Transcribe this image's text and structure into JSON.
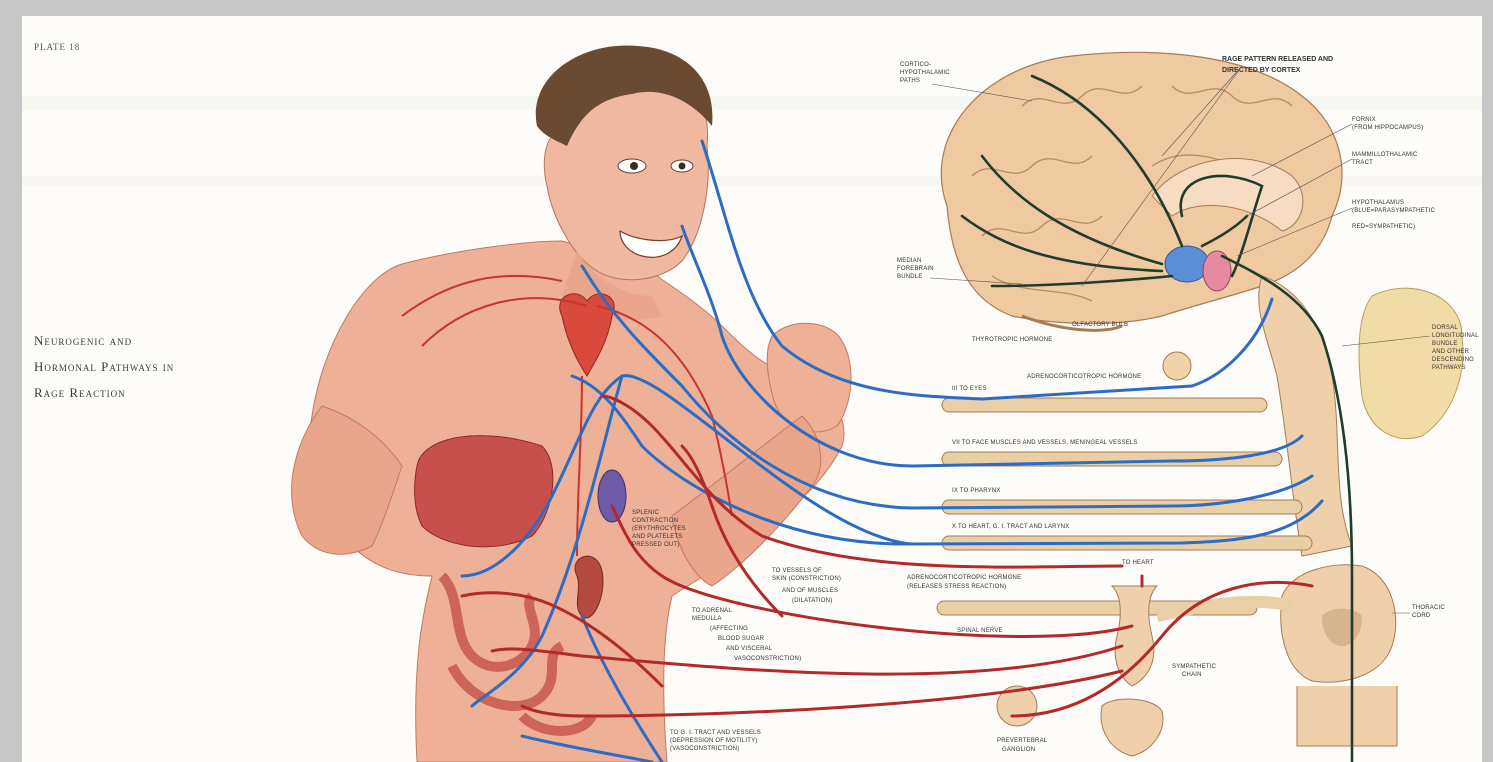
{
  "plate": "PLATE 18",
  "title_lines": [
    "Neurogenic and",
    "Hormonal Pathways in",
    "Rage Reaction"
  ],
  "labels": {
    "rage_pattern": "RAGE PATTERN RELEASED AND",
    "rage_pattern2": "DIRECTED BY CORTEX",
    "cortico1": "CORTICO-",
    "cortico2": "HYPOTHALAMIC",
    "cortico3": "PATHS",
    "fornix1": "FORNIX",
    "fornix2": "(FROM HIPPOCAMPUS)",
    "mammillo1": "MAMMILLOTHALAMIC",
    "mammillo2": "TRACT",
    "hypo1": "HYPOTHALAMUS",
    "hypo2": "(BLUE=PARASYMPATHETIC",
    "hypo3": "RED=SYMPATHETIC)",
    "median1": "MEDIAN",
    "median2": "FOREBRAIN",
    "median3": "BUNDLE",
    "olfactory": "OLFACTORY BULB",
    "thyrotropic": "THYROTROPIC HORMONE",
    "acth_top": "ADRENOCORTICOTROPIC HORMONE",
    "dorsal1": "DORSAL",
    "dorsal2": "LONGITUDINAL",
    "dorsal3": "BUNDLE",
    "dorsal4": "AND OTHER",
    "dorsal5": "DESCENDING",
    "dorsal6": "PATHWAYS",
    "eyes": "III TO EYES",
    "face": "VII TO FACE MUSCLES AND VESSELS, MENINGEAL VESSELS",
    "pharynx": "IX TO PHARYNX",
    "heart_gi": "X TO HEART, G. I. TRACT AND LARYNX",
    "splenic1": "SPLENIC",
    "splenic2": "CONTRACTION",
    "splenic3": "(ERYTHROCYTES",
    "splenic4": "AND PLATELETS",
    "splenic5": "PRESSED OUT)",
    "vessels1": "TO VESSELS OF",
    "vessels2": "SKIN (CONSTRICTION)",
    "vessels3": "AND OF MUSCLES",
    "vessels4": "(DILATATION)",
    "acth_low1": "ADRENOCORTICOTROPIC HORMONE",
    "acth_low2": "(RELEASES STRESS REACTION)",
    "to_heart": "TO HEART",
    "thoracic1": "THORACIC",
    "thoracic2": "CORD",
    "adrenal1": "TO ADRENAL",
    "adrenal2": "MEDULLA",
    "adrenal3": "(AFFECTING",
    "adrenal4": "BLOOD SUGAR",
    "adrenal5": "AND VISCERAL",
    "adrenal6": "VASOCONSTRICTION)",
    "spinal_nerve": "SPINAL NERVE",
    "sympathetic1": "SYMPATHETIC",
    "sympathetic2": "CHAIN",
    "gi1": "TO G. I. TRACT AND VESSELS",
    "gi2": "(DEPRESSION OF MOTILITY)",
    "gi3": "(VASOCONSTRICTION)",
    "prevertebral1": "PREVERTEBRAL",
    "prevertebral2": "GANGLION"
  },
  "colors": {
    "parasympathetic": "#2d6cc4",
    "sympathetic": "#b32a2a",
    "descending": "#1f3d2c",
    "skin": "#eeb197",
    "brain": "#efc9a0"
  }
}
